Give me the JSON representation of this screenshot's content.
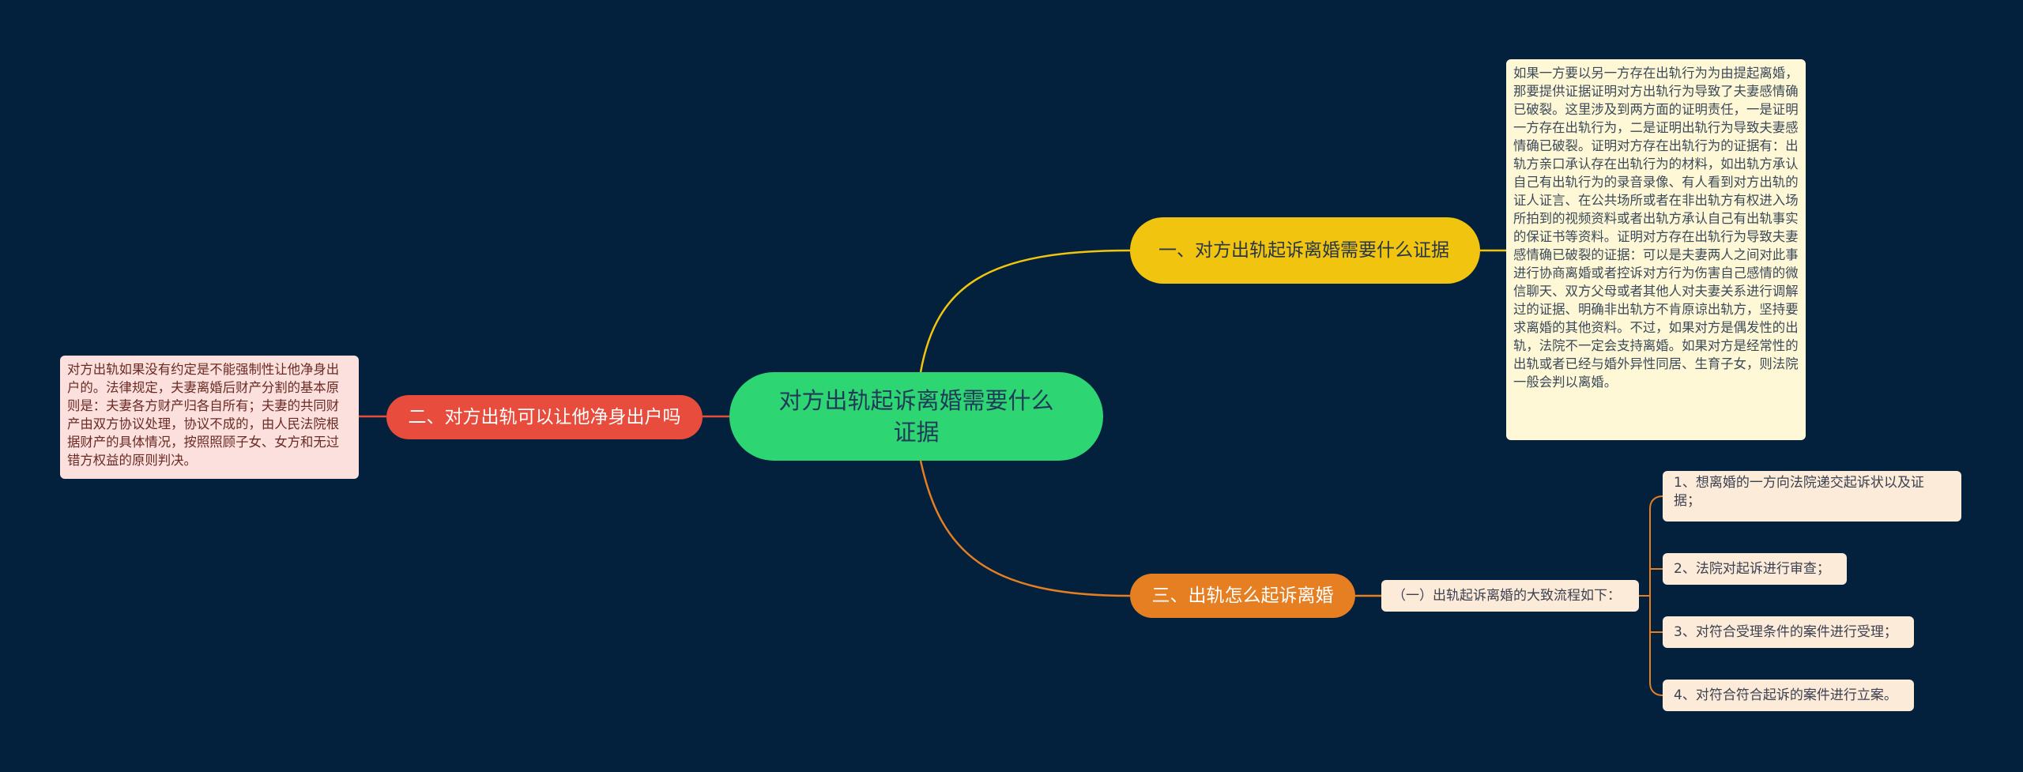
{
  "mindmap": {
    "center": "对方出轨起诉离婚需要什么证据",
    "branches": [
      {
        "label": "一、对方出轨起诉离婚需要什么证据",
        "color": "#f1c40f",
        "note": "如果一方要以另一方存在出轨行为为由提起离婚，那要提供证据证明对方出轨行为导致了夫妻感情确已破裂。这里涉及到两方面的证明责任，一是证明一方存在出轨行为，二是证明出轨行为导致夫妻感情确已破裂。证明对方存在出轨行为的证据有：出轨方亲口承认存在出轨行为的材料，如出轨方承认自己有出轨行为的录音录像、有人看到对方出轨的证人证言、在公共场所或者在非出轨方有权进入场所拍到的视频资料或者出轨方承认自己有出轨事实的保证书等资料。证明对方存在出轨行为导致夫妻感情确已破裂的证据：可以是夫妻两人之间对此事进行协商离婚或者控诉对方行为伤害自己感情的微信聊天、双方父母或者其他人对夫妻关系进行调解过的证据、明确非出轨方不肯原谅出轨方，坚持要求离婚的其他资料。不过，如果对方是偶发性的出轨，法院不一定会支持离婚。如果对方是经常性的出轨或者已经与婚外异性同居、生育子女，则法院一般会判以离婚。"
      },
      {
        "label": "二、对方出轨可以让他净身出户吗",
        "color": "#e74c3c",
        "note": "对方出轨如果没有约定是不能强制性让他净身出户的。法律规定，夫妻离婚后财产分割的基本原则是：夫妻各方财产归各自所有；夫妻的共同财产由双方协议处理，协议不成的，由人民法院根据财产的具体情况，按照照顾子女、女方和无过错方权益的原则判决。"
      },
      {
        "label": "三、出轨怎么起诉离婚",
        "color": "#e67e22",
        "sub_label": "（一）出轨起诉离婚的大致流程如下：",
        "steps": [
          "1、想离婚的一方向法院递交起诉状以及证据；",
          "2、法院对起诉进行审查；",
          "3、对符合受理条件的案件进行受理；",
          "4、对符合符合起诉的案件进行立案。"
        ]
      }
    ]
  },
  "colors": {
    "background": "#03213d",
    "center": "#2ed573",
    "link_yellow": "#f1c40f",
    "link_red": "#e74c3c",
    "link_orange": "#e67e22"
  }
}
